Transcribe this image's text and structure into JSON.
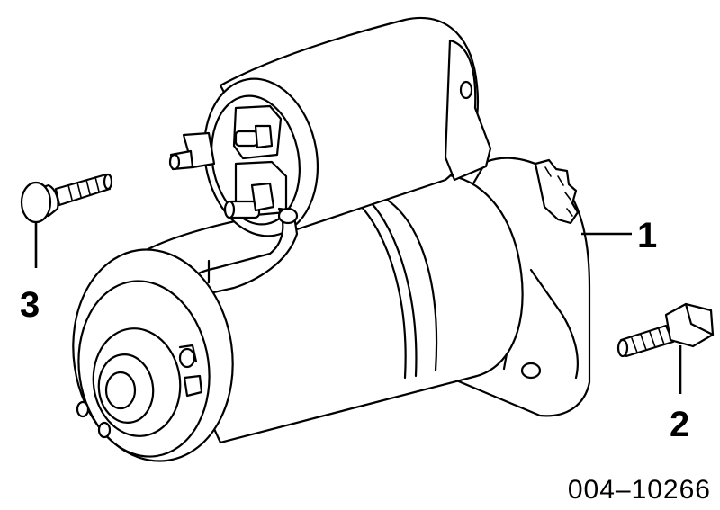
{
  "diagram": {
    "callouts": [
      {
        "id": "1",
        "label": "1"
      },
      {
        "id": "2",
        "label": "2"
      },
      {
        "id": "3",
        "label": "3"
      }
    ],
    "diagram_code": "004–10266"
  }
}
